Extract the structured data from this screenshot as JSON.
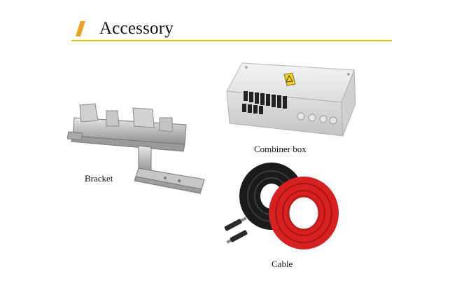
{
  "slide": {
    "title": "Accessory",
    "accent_color": "#e3c21a",
    "slash_color": "#f0a020"
  },
  "products": [
    {
      "label": "Combiner box",
      "icon": "combiner-box-image"
    },
    {
      "label": "Bracket",
      "icon": "bracket-image"
    },
    {
      "label": "Cable",
      "icon": "cable-image"
    }
  ]
}
